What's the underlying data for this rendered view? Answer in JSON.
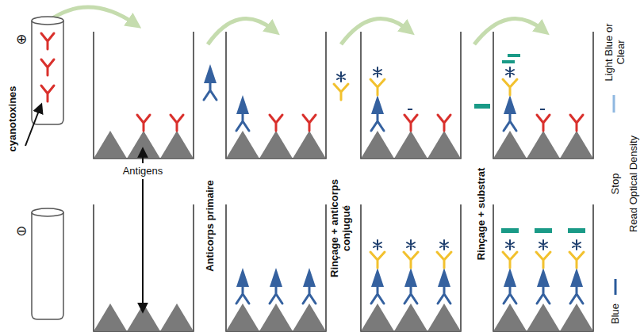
{
  "diagram": {
    "labels": [
      "⊕",
      "cyanotoxines",
      "⊖",
      "Antigens",
      "Anticorps primaire",
      "Rinçage + anticorps conjugué",
      "Rinçage + substrat",
      "Light Blue or Clear",
      "Stop",
      "Read Optical Density",
      "Blue"
    ]
  }
}
